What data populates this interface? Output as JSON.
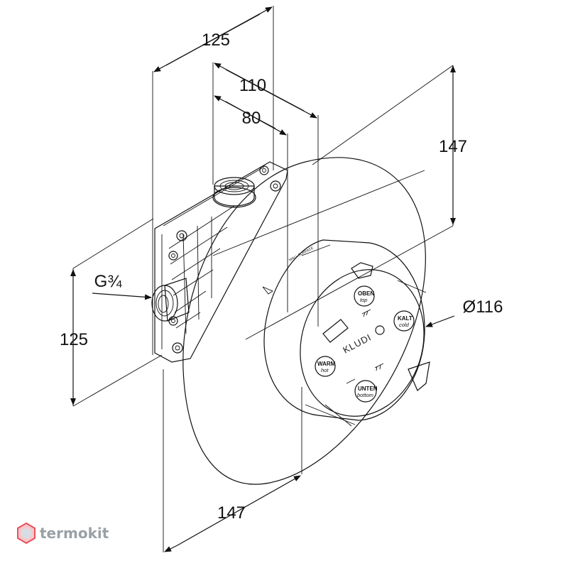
{
  "dimensions": {
    "top_width_1": "125",
    "top_width_2": "110",
    "top_width_3": "80",
    "right_height": "147",
    "left_height": "125",
    "thread": "G¾",
    "diameter": "Ø116",
    "bottom_width": "147"
  },
  "dial": {
    "brand": "KLUDI",
    "position_top": {
      "de": "OBEN",
      "en": "top"
    },
    "position_cold": {
      "de": "KALT",
      "en": "cold"
    },
    "position_warm": {
      "de": "WARM",
      "en": "hot"
    },
    "position_bottom": {
      "de": "UNTEN",
      "en": "bottom"
    }
  },
  "wall_surface_label": "WALL SURFACE",
  "watermark": {
    "text": "termokit",
    "color": "#9aa0a6",
    "accent": "#e8505b"
  }
}
